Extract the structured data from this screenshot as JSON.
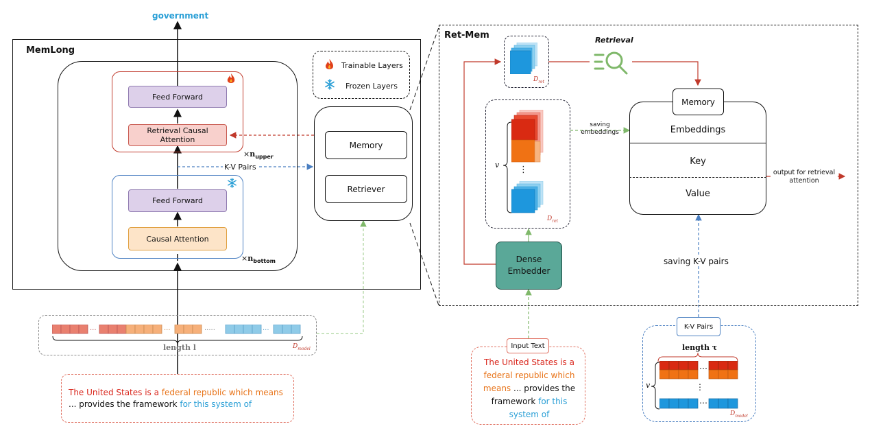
{
  "top_output": "government",
  "memlong": {
    "title": "MemLong",
    "upper_block": {
      "ff": "Feed Forward",
      "attn": "Retrieval Causal Attention",
      "mult": "×",
      "mult_sub": "n",
      "mult_subscript": "upper"
    },
    "lower_block": {
      "ff": "Feed Forward",
      "attn": "Causal Attention",
      "mult": "×",
      "mult_sub": "n",
      "mult_subscript": "bottom"
    },
    "kv_pairs_label": "K-V Pairs",
    "legend": {
      "trainable": "Trainable Layers",
      "frozen": "Frozen Layers"
    },
    "side": {
      "memory": "Memory",
      "retriever": "Retriever"
    }
  },
  "input_tokens": {
    "length_label": "length l",
    "d_model_label": "D",
    "d_model_sub": "model"
  },
  "input_text_left": {
    "part1": "The United States is a ",
    "part2": "federal republic which means",
    "part3": "... provides the framework ",
    "part4": "for this system of"
  },
  "ret_mem": {
    "title": "Ret-Mem",
    "retrieval_label": "Retrieval",
    "d_ret_label": "D",
    "d_ret_sub": "ret",
    "saving_embeddings": "saving embeddings",
    "v_label": "v",
    "dots": "⋮",
    "memory_title": "Memory",
    "embeddings": "Embeddings",
    "key": "Key",
    "value": "Value",
    "output_label": "output for retrieval attention",
    "dense_embedder": "Dense Embedder",
    "saving_kv": "saving K-V pairs"
  },
  "input_text_right": {
    "label": "Input Text",
    "part1": "The United States is a ",
    "part2": "federal republic which means",
    "part3": " ... provides the framework ",
    "part4": "for this system of"
  },
  "kv_block": {
    "label": "K-V Pairs",
    "length_label": "length τ",
    "v_label": "v",
    "hdots": "⋯",
    "vdots": "⋮",
    "d_model_label": "D",
    "d_model_sub": "model"
  },
  "colors": {
    "red_arrow": "#c0392b",
    "blue_dash": "#4a7fc1",
    "green_dash": "#7fb86a",
    "purple_fill": "#ddd0ea",
    "pink_fill": "#f8d0cc",
    "peach_fill": "#fde4c8",
    "teal_fill": "#5aa898",
    "token_red": "#e9806f",
    "token_orange": "#f6b07a",
    "token_blue": "#8fcbe8"
  },
  "icons": [
    "fire-icon",
    "snowflake-icon",
    "magnifier-icon"
  ]
}
